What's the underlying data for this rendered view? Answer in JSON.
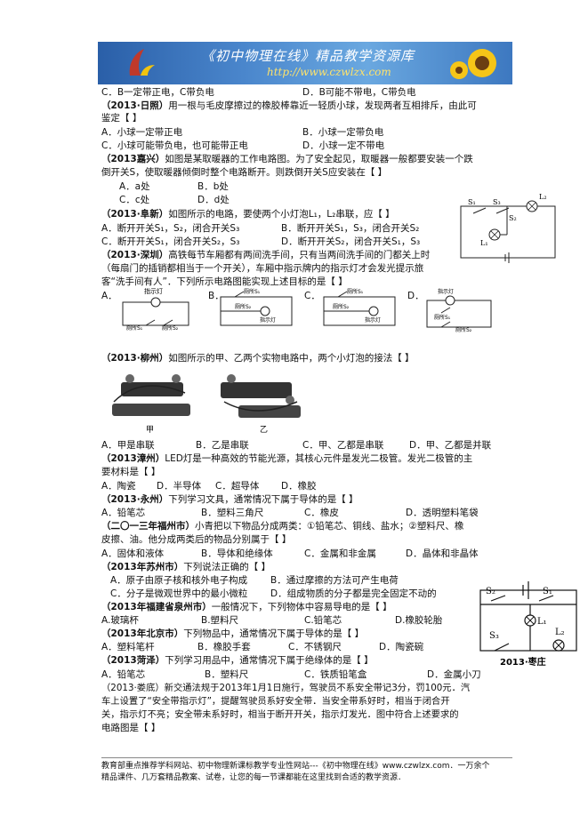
{
  "header": {
    "title": "《初中物理在线》精品教学资源库",
    "url": "http://www.czwlzx.com"
  },
  "lines": {
    "l1a": "C．B一定带正电，C带负电",
    "l1b": "D．B可能不带电，C带负电",
    "q1_tag": "（2013·日照）",
    "q1_text": "用一根与毛皮摩擦过的橡胶棒靠近一轻质小球，发现两者互相排斥，由此可",
    "q1_text2": "鉴定【        】",
    "q1_a": "A．小球一定带正电",
    "q1_b": "B．小球一定带负电",
    "q1_c": "C．小球可能带负电，也可能带正电",
    "q1_d": "D．小球一定不带电",
    "q2_tag": "（2013嘉兴）",
    "q2_text": "如图是某取暖器的工作电路图。为了安全起见，取暖器一般都要安装一个跌",
    "q2_text2": "倒开关S，使取暖器倾倒时整个电路断开。则跌倒开关S应安装在【        】",
    "q2_a": "A．a处",
    "q2_b": "B．b处",
    "q2_c": "C．c处",
    "q2_d": "D．d处",
    "q3_tag": "（2013·阜新）",
    "q3_text": "如图所示的电路，要使两个小灯泡L₁，L₂串联，应【        】",
    "q3_a": "A．断开开关S₁，S₂，闭合开关S₃",
    "q3_b": "B．断开开关S₁，S₃，闭合开关S₂",
    "q3_c": "C．断开开关S₁，闭合开关S₂，S₃",
    "q3_d": "D．断开开关S₂，闭合开关S₁，S₃",
    "q4_tag": "（2013·深圳）",
    "q4_text": "高铁每节车厢都有两间洗手间，只有当两间洗手间的门都关上时",
    "q4_text2": "（每扇门的插销都相当于一个开关），车厢中指示牌内的指示灯才会发光提示旅",
    "q4_text3": "客“洗手间有人”．下列所示电路图能实现上述目标的是【        】",
    "q5_tag": "（2013·柳州）",
    "q5_text": "如图所示的甲、乙两个实物电路中，两个小灯泡的接法【        】",
    "q5_a": "A．甲是串联",
    "q5_b": "B．乙是串联",
    "q5_c": "C．甲、乙都是串联",
    "q5_d": "D．甲、乙都是并联",
    "q6_tag": "（2013漳州）",
    "q6_text": "LED灯是一种高效的节能光源，其核心元件是发光二极管。发光二极管的主",
    "q6_text2": "要材料是【        】",
    "q6_a": "A．陶瓷",
    "q6_b": "D．半导体",
    "q6_c": "C．超导体",
    "q6_d": "D．橡胶",
    "q7_tag": "（2013·永州）",
    "q7_text": "下列学习文具，通常情况下属于导体的是【        】",
    "q7_a": "A．铅笔芯",
    "q7_b": "B．塑料三角尺",
    "q7_c": "C．橡皮",
    "q7_d": "D．透明塑料笔袋",
    "q8_tag": "（二〇一三年福州市）",
    "q8_text": "小青把以下物品分成两类：①铅笔芯、铜线、盐水；②塑料尺、橡",
    "q8_text2": "皮擦、油。他分成两类后的物品分别属于【        】",
    "q8_a": "A．固体和液体",
    "q8_b": "B．导体和绝缘体",
    "q8_c": "C．金属和非金属",
    "q8_d": "D．晶体和非晶体",
    "q9_tag": "（2013年苏州市）",
    "q9_text": "下列说法正确的【        】",
    "q9_a": "A．原子由原子核和核外电子构成",
    "q9_b": "B．通过摩擦的方法可产生电荷",
    "q9_c": "C．分子是微观世界中的最小微粒",
    "q9_d": "D．组成物质的分子都是完全固定不动的",
    "q10_tag": "（2013年福建省泉州市）",
    "q10_text": "一般情况下，下列物体中容易导电的是【        】",
    "q10_a": "A.玻璃杯",
    "q10_b": "B.塑料尺",
    "q10_c": "C.铅笔芯",
    "q10_d": "D.橡胶轮胎",
    "q11_tag": "（2013年北京市）",
    "q11_text": "下列物品中，通常情况下属于导体的是【        】",
    "q11_a": "A．塑料笔杆",
    "q11_b": "B．橡胶手套",
    "q11_c": "C．不锈钢尺",
    "q11_d": "D．陶瓷碗",
    "q12_tag": "（2013菏泽）",
    "q12_text": "下列学习用品中，通常情况下属于绝缘体的是【        】",
    "q12_a": "A．铅笔芯",
    "q12_b": "B．塑料尺",
    "q12_c": "C．铁质铅笔盒",
    "q12_d": "D．金属小刀",
    "q13_text": "（2013·娄底）新交通法规于2013年1月1日施行，驾驶员不系安全带记3分，罚100元．汽",
    "q13_text2": "车上设置了“安全带指示灯”，提醒驾驶员系好安全带．当安全带系好时，相当于闭合开",
    "q13_text3": "关，指示灯不亮；安全带未系好时，相当于断开开关，指示灯发光．图中符合上述要求的",
    "q13_text4": "电路图是【        】"
  },
  "figures": {
    "opt_a": "A．",
    "opt_b": "B．",
    "opt_c": "C．",
    "opt_d": "D．",
    "indicator": "指示灯",
    "toilet1": "厕所S₁",
    "toilet2": "厕所S₂",
    "jia": "甲",
    "yi": "乙",
    "s1": "S₁",
    "s2": "S₂",
    "s3": "S₃",
    "l1": "L₁",
    "l2": "L₂",
    "zaozhuang": "2013·枣庄"
  },
  "footer": {
    "text": "教育部重点推荐学科网站、初中物理新课标教学专业性网站---《初中物理在线》www.czwlzx.com．一万余个精品课件、几万套精品教案、试卷，让您的每一节课都能在这里找到合适的教学资源．"
  }
}
